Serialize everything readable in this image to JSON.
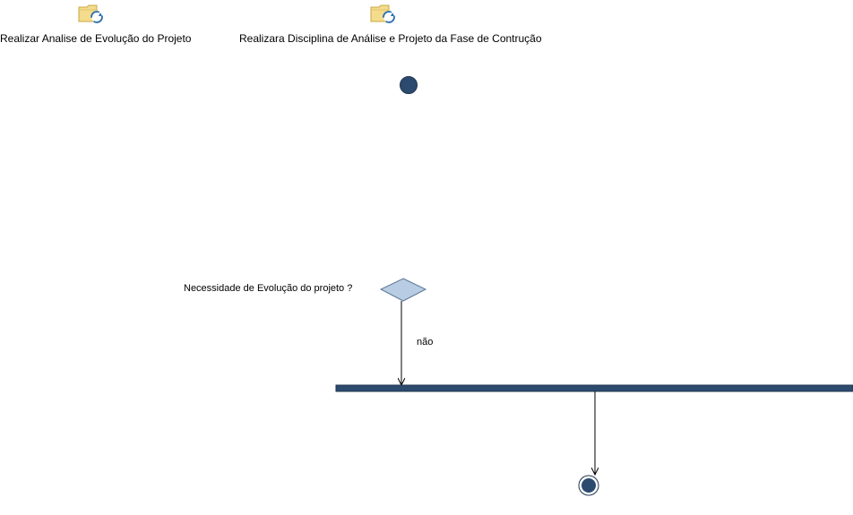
{
  "activities": [
    {
      "label": "Realizar Analise de Evolução do Projeto",
      "icon": "process-folder-icon"
    },
    {
      "label": "Realizara Disciplina de Análise e Projeto da Fase de Contrução",
      "icon": "process-folder-icon"
    }
  ],
  "decision": {
    "question": "Necessidade de Evolução  do  projeto ?",
    "branch_label": "não"
  },
  "colors": {
    "node_fill": "#2c4a6e",
    "node_stroke": "#1f3550",
    "decision_fill": "#b8cde3",
    "folder_fill": "#f4dc8c",
    "sync_bar": "#2c4a6e"
  }
}
